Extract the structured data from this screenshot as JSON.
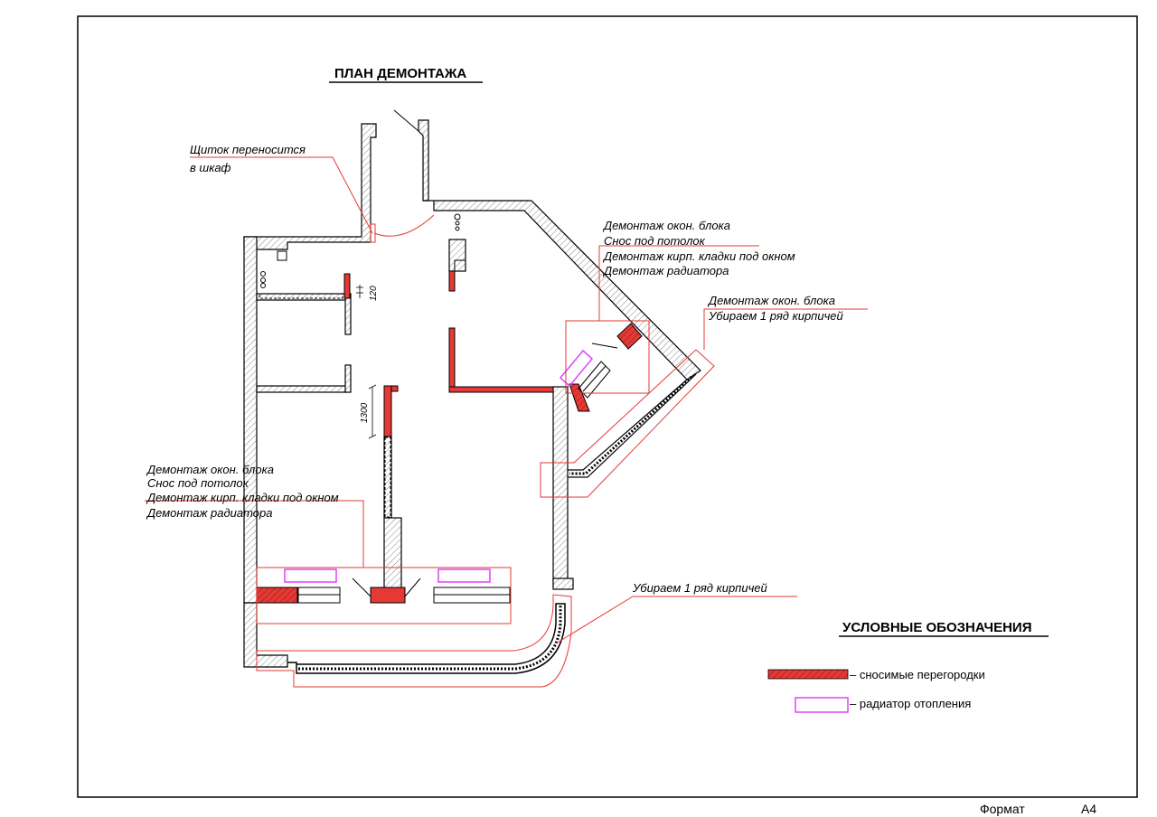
{
  "title": "ПЛАН ДЕМОНТАЖА",
  "annotations": {
    "panel": [
      "Щиток переносится",
      "в шкаф"
    ],
    "window_right": [
      "Демонтаж окон. блока",
      "Снос под потолок",
      "Демонтаж кирп. кладки под окном",
      "Демонтаж радиатора"
    ],
    "window_corner": [
      "Демонтаж окон. блока",
      "Убираем 1 ряд кирпичей"
    ],
    "window_left": [
      "Демонтаж окон. блока",
      "Снос под потолок",
      "Демонтаж кирп. кладки под окном",
      "Демонтаж радиатора"
    ],
    "bricks_bottom": "Убираем 1 ряд кирпичей"
  },
  "dimensions": {
    "d120": "120",
    "d1300": "1300"
  },
  "legend": {
    "title": "УСЛОВНЫЕ ОБОЗНАЧЕНИЯ",
    "items": [
      {
        "label": "– сносимые перегородки",
        "color": "#e53935"
      },
      {
        "label": "– радиатор отопления",
        "color": "#e040fb"
      }
    ]
  },
  "format": {
    "label": "Формат",
    "value": "A4"
  },
  "colors": {
    "demolish": "#e53935",
    "radiator": "#e040fb",
    "wall": "#000000",
    "leader": "#e53935"
  }
}
